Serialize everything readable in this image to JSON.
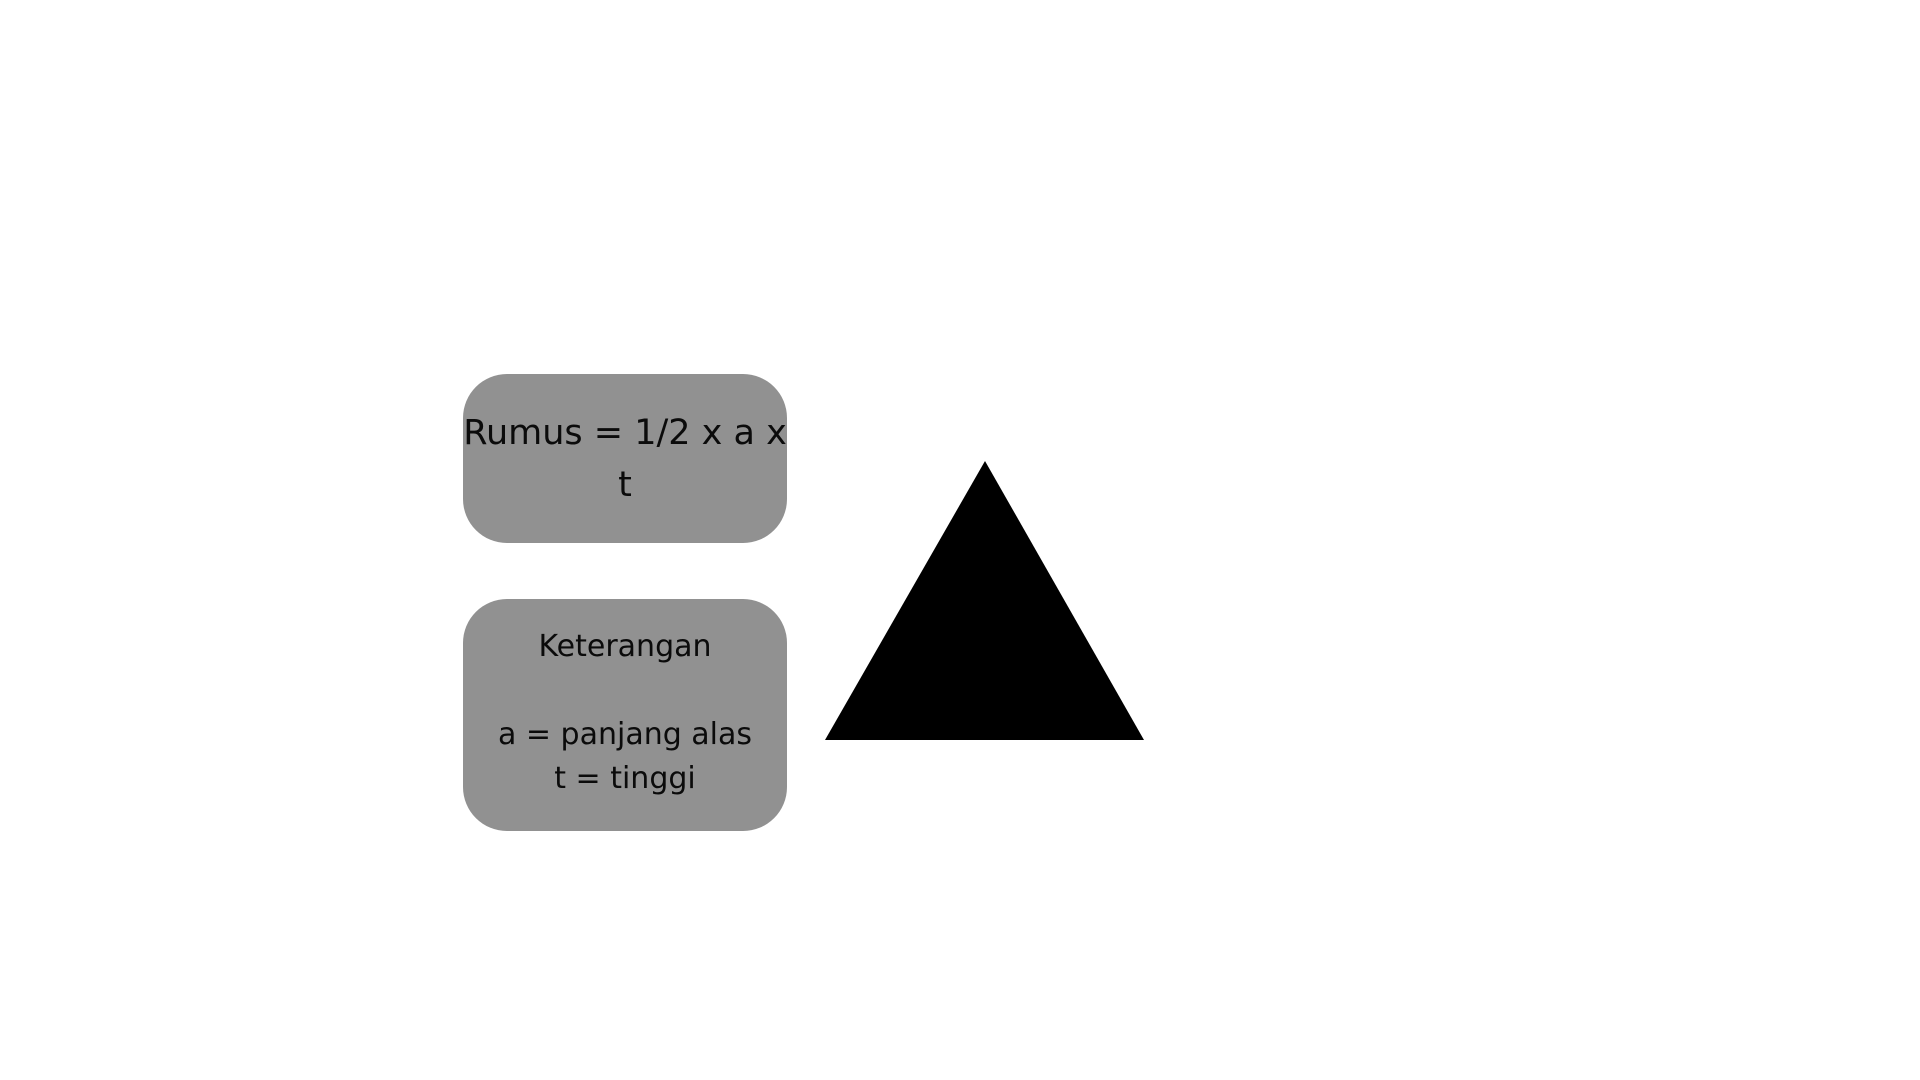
{
  "formula": {
    "line1": "Rumus = 1/2 x a x",
    "line2": "t"
  },
  "legend": {
    "title": "Keterangan",
    "items": [
      "a = panjang alas",
      "t = tinggi"
    ]
  },
  "shape": {
    "name": "triangle",
    "color": "#000000"
  },
  "colors": {
    "card_background": "#919191",
    "text": "#0b0b0b",
    "page_background": "#ffffff"
  }
}
